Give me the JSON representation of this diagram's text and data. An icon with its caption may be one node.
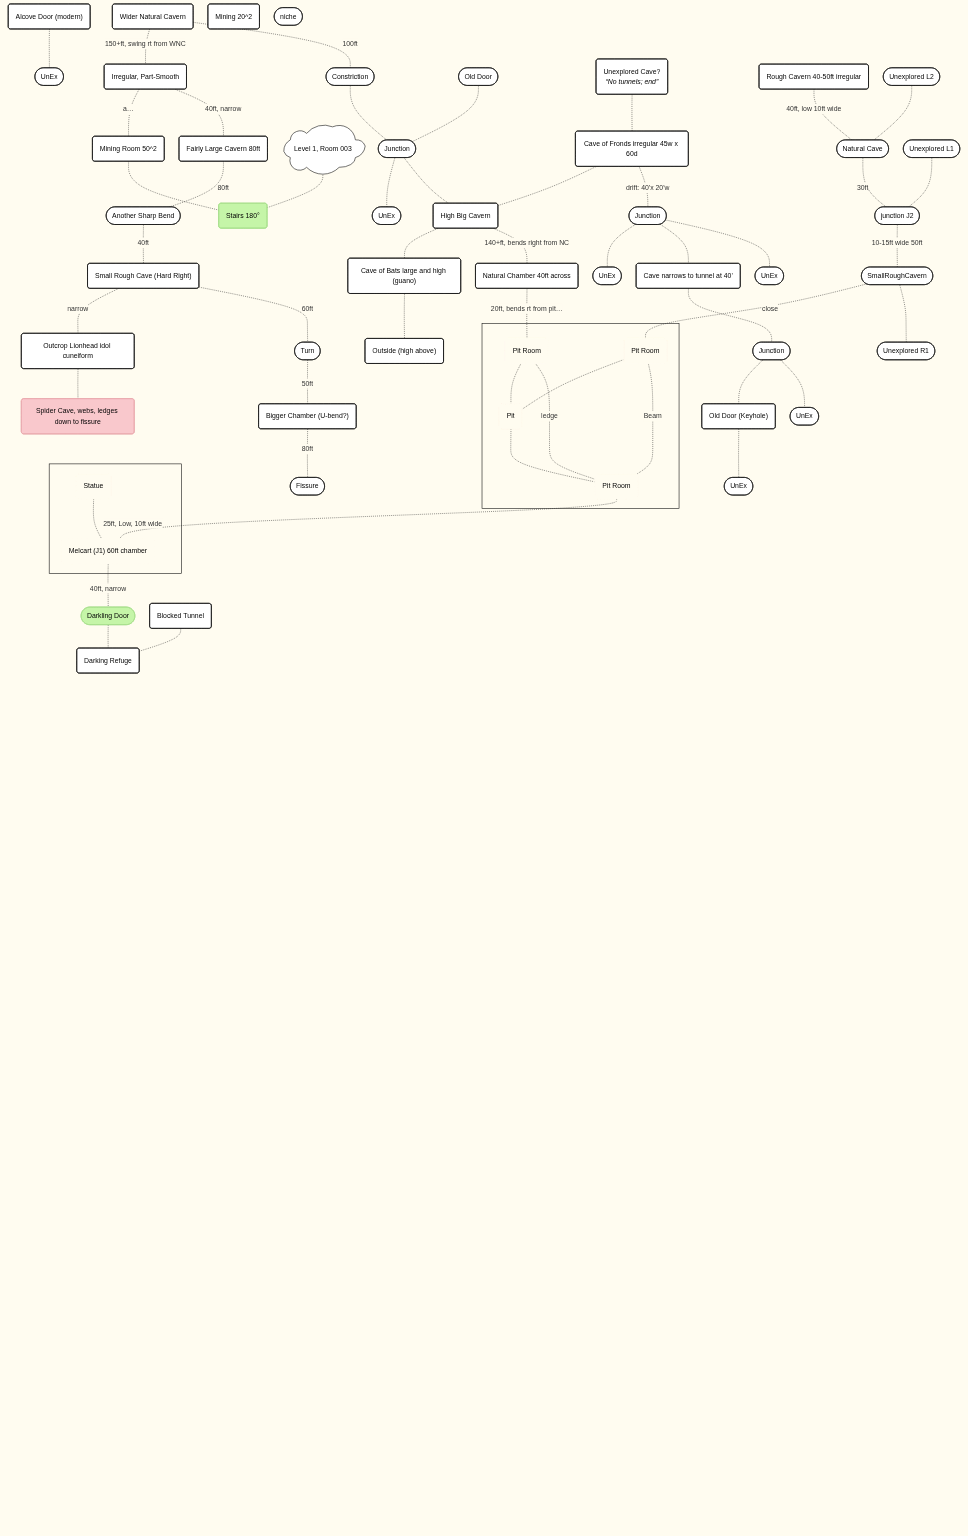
{
  "diagram": {
    "nodes": [
      {
        "text": [
          "Wider Natural Cavern"
        ]
      },
      {
        "text": [
          "UnEx"
        ]
      },
      {
        "text": [
          "Alcove Door (modern)"
        ]
      },
      {
        "text": [
          "Irregular, Part-Smooth"
        ]
      },
      {
        "text": [
          "Mining Room 50^2"
        ]
      },
      {
        "text": [
          "Mining 20^2"
        ]
      },
      {
        "text": [
          "Fairly Large Cavern 80ft"
        ]
      },
      {
        "text": [
          "Constriction"
        ]
      },
      {
        "text": [
          "Another Sharp Bend"
        ]
      },
      {
        "text": [
          "Level 1, Room 003"
        ]
      },
      {
        "text": [
          "Old Door"
        ]
      },
      {
        "text": [
          "Junction"
        ]
      },
      {
        "text": [
          "Small Rough Cave (Hard Right)"
        ]
      },
      {
        "text": [
          "Stairs 180°"
        ]
      },
      {
        "text": [
          "Outcrop Lionhead idol cuneiform"
        ]
      },
      {
        "text": [
          "Unexplored Cave?",
          "“No tunnels; end”"
        ]
      },
      {
        "text": [
          "UnEx"
        ]
      },
      {
        "text": [
          "Turn"
        ]
      },
      {
        "text": [
          "Spider Cave, webs, ledges down to fissure"
        ]
      },
      {
        "text": [
          "Cave of Fronds irregular 45w x 60d"
        ]
      },
      {
        "text": [
          "Bigger Chamber (U-bend?)"
        ]
      },
      {
        "text": [
          "High Big Cavern"
        ]
      },
      {
        "text": [
          "niche"
        ]
      },
      {
        "text": [
          "Fissure"
        ]
      },
      {
        "text": [
          "Junction"
        ]
      },
      {
        "text": [
          "UnEx"
        ]
      },
      {
        "text": [
          "Rough Cavern 40-50ft irregular"
        ]
      },
      {
        "text": [
          "Cave narrows to tunnel at 40’"
        ]
      },
      {
        "text": [
          "UnEx"
        ]
      },
      {
        "text": [
          "Cave of Bats large and high (guano)"
        ]
      },
      {
        "text": [
          "Junction"
        ]
      },
      {
        "text": [
          "Old Door (Keyhole)"
        ]
      },
      {
        "text": [
          "UnEx"
        ]
      },
      {
        "text": [
          "Unexplored L2"
        ]
      },
      {
        "text": [
          "Natural Cave"
        ]
      },
      {
        "text": [
          "Outside (high above)"
        ]
      },
      {
        "text": [
          "UnEx"
        ]
      },
      {
        "text": [
          "Unexplored L1"
        ]
      },
      {
        "text": [
          "junction J2"
        ]
      },
      {
        "text": [
          "Natural Chamber 40ft across"
        ]
      },
      {
        "text": [
          "SmallRoughCavern"
        ]
      },
      {
        "text": [
          "Unexplored R1"
        ]
      },
      {
        "text": [],
        "shape": "box"
      },
      {
        "text": [
          "Pit Room"
        ],
        "in": 42
      },
      {
        "text": [
          "Pit Room"
        ],
        "in": 42
      },
      {
        "text": [
          "Pit"
        ],
        "in": 42
      },
      {
        "text": [
          "Pit Room"
        ],
        "in": 42
      },
      {
        "text": [],
        "shape": "box"
      },
      {
        "text": [
          "Statue"
        ],
        "in": 47
      },
      {
        "text": [
          "Melcart (J1) 60ft chamber"
        ],
        "in": 47
      },
      {
        "text": [
          "Darkling Door"
        ]
      },
      {
        "text": [
          "Blocked Tunnel"
        ]
      },
      {
        "text": [
          "Darking Refuge"
        ]
      }
    ],
    "edges": [
      {
        "from": 0,
        "to": 3,
        "arrow": "none",
        "style": "dashed",
        "label": "150+ft, swing rt from WNC"
      },
      {
        "from": 2,
        "to": 1,
        "arrow": "none",
        "style": "dashed"
      },
      {
        "from": 3,
        "to": 4,
        "arrow": "none",
        "style": "dashed",
        "label": "a…"
      },
      {
        "from": 3,
        "to": 6,
        "arrow": "none",
        "style": "dashed",
        "label": "40ft, narrow"
      },
      {
        "from": 0,
        "to": 7,
        "arrow": "none",
        "style": "dashed",
        "label": "100ft"
      },
      {
        "from": 6,
        "to": 8,
        "arrow": "none",
        "style": "dashed",
        "label": "80ft"
      },
      {
        "from": 8,
        "to": 12,
        "arrow": "none",
        "style": "dashed",
        "label": "40ft"
      },
      {
        "from": 4,
        "to": 13,
        "arrow": "none",
        "style": "dashed"
      },
      {
        "from": 9,
        "to": 13,
        "arrow": "none",
        "style": "dashed"
      },
      {
        "from": 7,
        "to": 11,
        "arrow": "none",
        "style": "dashed"
      },
      {
        "from": 10,
        "to": 11,
        "arrow": "none",
        "style": "dashed"
      },
      {
        "from": 11,
        "to": 16,
        "arrow": "none",
        "style": "dashed"
      },
      {
        "from": 11,
        "to": 21,
        "arrow": "none",
        "style": "dashed"
      },
      {
        "from": 12,
        "to": 14,
        "arrow": "none",
        "style": "dashed",
        "label": "narrow"
      },
      {
        "from": 12,
        "to": 17,
        "arrow": "none",
        "style": "dashed",
        "label": "60ft"
      },
      {
        "from": 14,
        "to": 18,
        "arrow": "none",
        "style": "dashed"
      },
      {
        "from": 15,
        "to": 19,
        "arrow": "none",
        "style": "dashed"
      },
      {
        "from": 17,
        "to": 20,
        "arrow": "none",
        "style": "dashed",
        "label": "50ft"
      },
      {
        "from": 19,
        "to": 21,
        "arrow": "none",
        "style": "dashed"
      },
      {
        "from": 19,
        "to": 24,
        "arrow": "none",
        "style": "dashed",
        "label": "drift: 40'x 20'w"
      },
      {
        "from": 20,
        "to": 23,
        "arrow": "none",
        "style": "dashed",
        "label": "80ft"
      },
      {
        "from": 24,
        "to": 25,
        "arrow": "none",
        "style": "dashed"
      },
      {
        "from": 24,
        "to": 27,
        "arrow": "none",
        "style": "dashed"
      },
      {
        "from": 24,
        "to": 28,
        "arrow": "none",
        "style": "dashed"
      },
      {
        "from": 26,
        "to": 34,
        "arrow": "none",
        "style": "dashed",
        "label": "40ft, low 10ft wide"
      },
      {
        "from": 21,
        "to": 29,
        "arrow": "none",
        "style": "dashed"
      },
      {
        "from": 27,
        "to": 30,
        "arrow": "none",
        "style": "dashed"
      },
      {
        "from": 30,
        "to": 31,
        "arrow": "none",
        "style": "dashed"
      },
      {
        "from": 30,
        "to": 32,
        "arrow": "none",
        "style": "dashed"
      },
      {
        "from": 31,
        "to": 36,
        "arrow": "none",
        "style": "dashed"
      },
      {
        "from": 29,
        "to": 35,
        "arrow": "none",
        "style": "dashed"
      },
      {
        "from": 33,
        "to": 34,
        "arrow": "none",
        "style": "dashed"
      },
      {
        "from": 34,
        "to": 38,
        "arrow": "none",
        "style": "dashed",
        "label": "30ft"
      },
      {
        "from": 37,
        "to": 38,
        "arrow": "none",
        "style": "dashed"
      },
      {
        "from": 21,
        "to": 39,
        "arrow": "none",
        "style": "dashed",
        "label": "140+ft, bends right from NC"
      },
      {
        "from": 38,
        "to": 40,
        "arrow": "none",
        "style": "dashed",
        "label": "10-15ft wide 50ft"
      },
      {
        "from": 39,
        "to": 44,
        "arrow": "none",
        "style": "dashed",
        "label": "20ft, bends rt from pit…"
      },
      {
        "from": 40,
        "to": 43,
        "arrow": "none",
        "style": "dashed",
        "label": "close"
      },
      {
        "from": 40,
        "to": 41,
        "arrow": "none",
        "style": "dashed"
      },
      {
        "from": 43,
        "to": 45,
        "arrow": "none",
        "style": "dashed"
      },
      {
        "from": 44,
        "to": 45,
        "arrow": "none",
        "style": "dashed"
      },
      {
        "from": 45,
        "to": 46,
        "arrow": "none",
        "style": "dashed"
      },
      {
        "from": 43,
        "to": 46,
        "arrow": "none",
        "style": "dashed",
        "label": "Beam"
      },
      {
        "from": 44,
        "to": 46,
        "arrow": "none",
        "style": "dashed",
        "label": "ledge"
      },
      {
        "from": 46,
        "to": 49,
        "arrow": "none",
        "style": "dashed",
        "label": "25ft, Low, 10ft wide"
      },
      {
        "from": 48,
        "to": 49,
        "arrow": "none",
        "style": "dashed"
      },
      {
        "from": 49,
        "to": 50,
        "arrow": "none",
        "style": "dashed",
        "label": "40ft, narrow"
      },
      {
        "from": 50,
        "to": 52,
        "arrow": "none",
        "style": "dashed"
      },
      {
        "from": 51,
        "to": 52,
        "arrow": "none",
        "style": "dashed"
      }
    ]
  }
}
